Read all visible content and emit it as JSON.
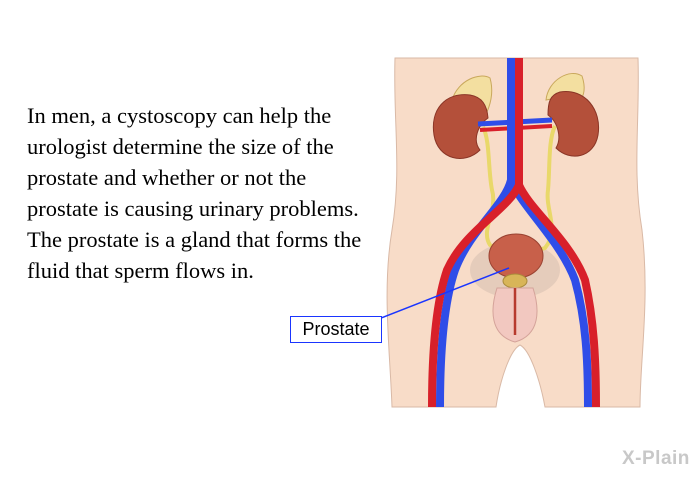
{
  "caption": "In men, a cystoscopy can help the urologist determine the size of the prostate and whether or not the prostate is causing urinary problems. The prostate is a gland that forms the fluid that sperm flows in.",
  "illustration": {
    "label": "Prostate",
    "colors": {
      "artery": "#d8202a",
      "vein": "#2f4de8",
      "skin": "#f7dcc8",
      "kidney": "#b4503a",
      "ureter": "#efe27a",
      "label_border": "#1a35ff"
    }
  },
  "logo": "X-Plain"
}
